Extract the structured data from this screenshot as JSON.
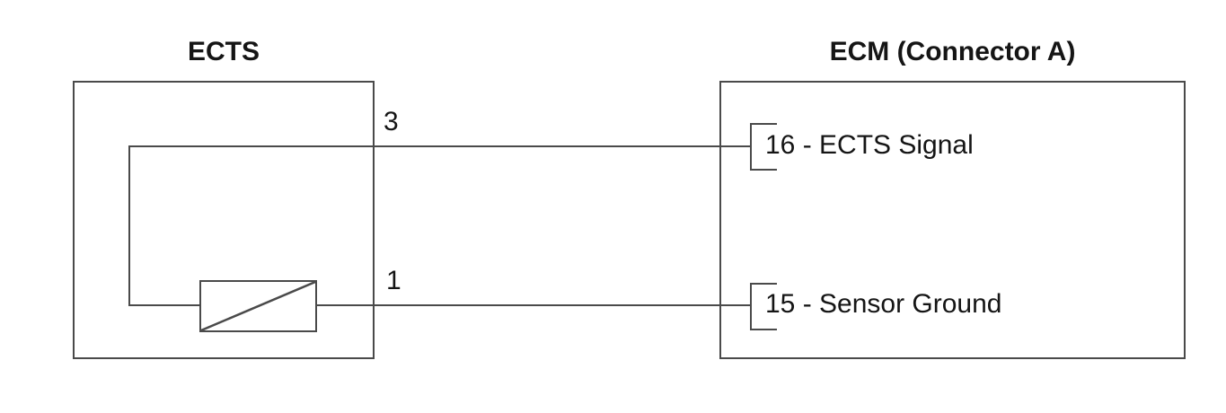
{
  "colors": {
    "line": "#4a4a4a",
    "text": "#151515",
    "bg": "#ffffff"
  },
  "ects": {
    "title": "ECTS",
    "pin_signal_number": "3",
    "pin_ground_number": "1",
    "internal_component": "resistor-symbol"
  },
  "ecm": {
    "title": "ECM (Connector A)",
    "terminal_signal_label": "16 - ECTS Signal",
    "terminal_ground_label": "15 - Sensor Ground"
  },
  "connections": [
    {
      "from_component": "ECTS",
      "from_pin": "3",
      "to_component": "ECM (Connector A)",
      "to_terminal": "16 - ECTS Signal"
    },
    {
      "from_component": "ECTS",
      "from_pin": "1",
      "to_component": "ECM (Connector A)",
      "to_terminal": "15 - Sensor Ground"
    }
  ]
}
